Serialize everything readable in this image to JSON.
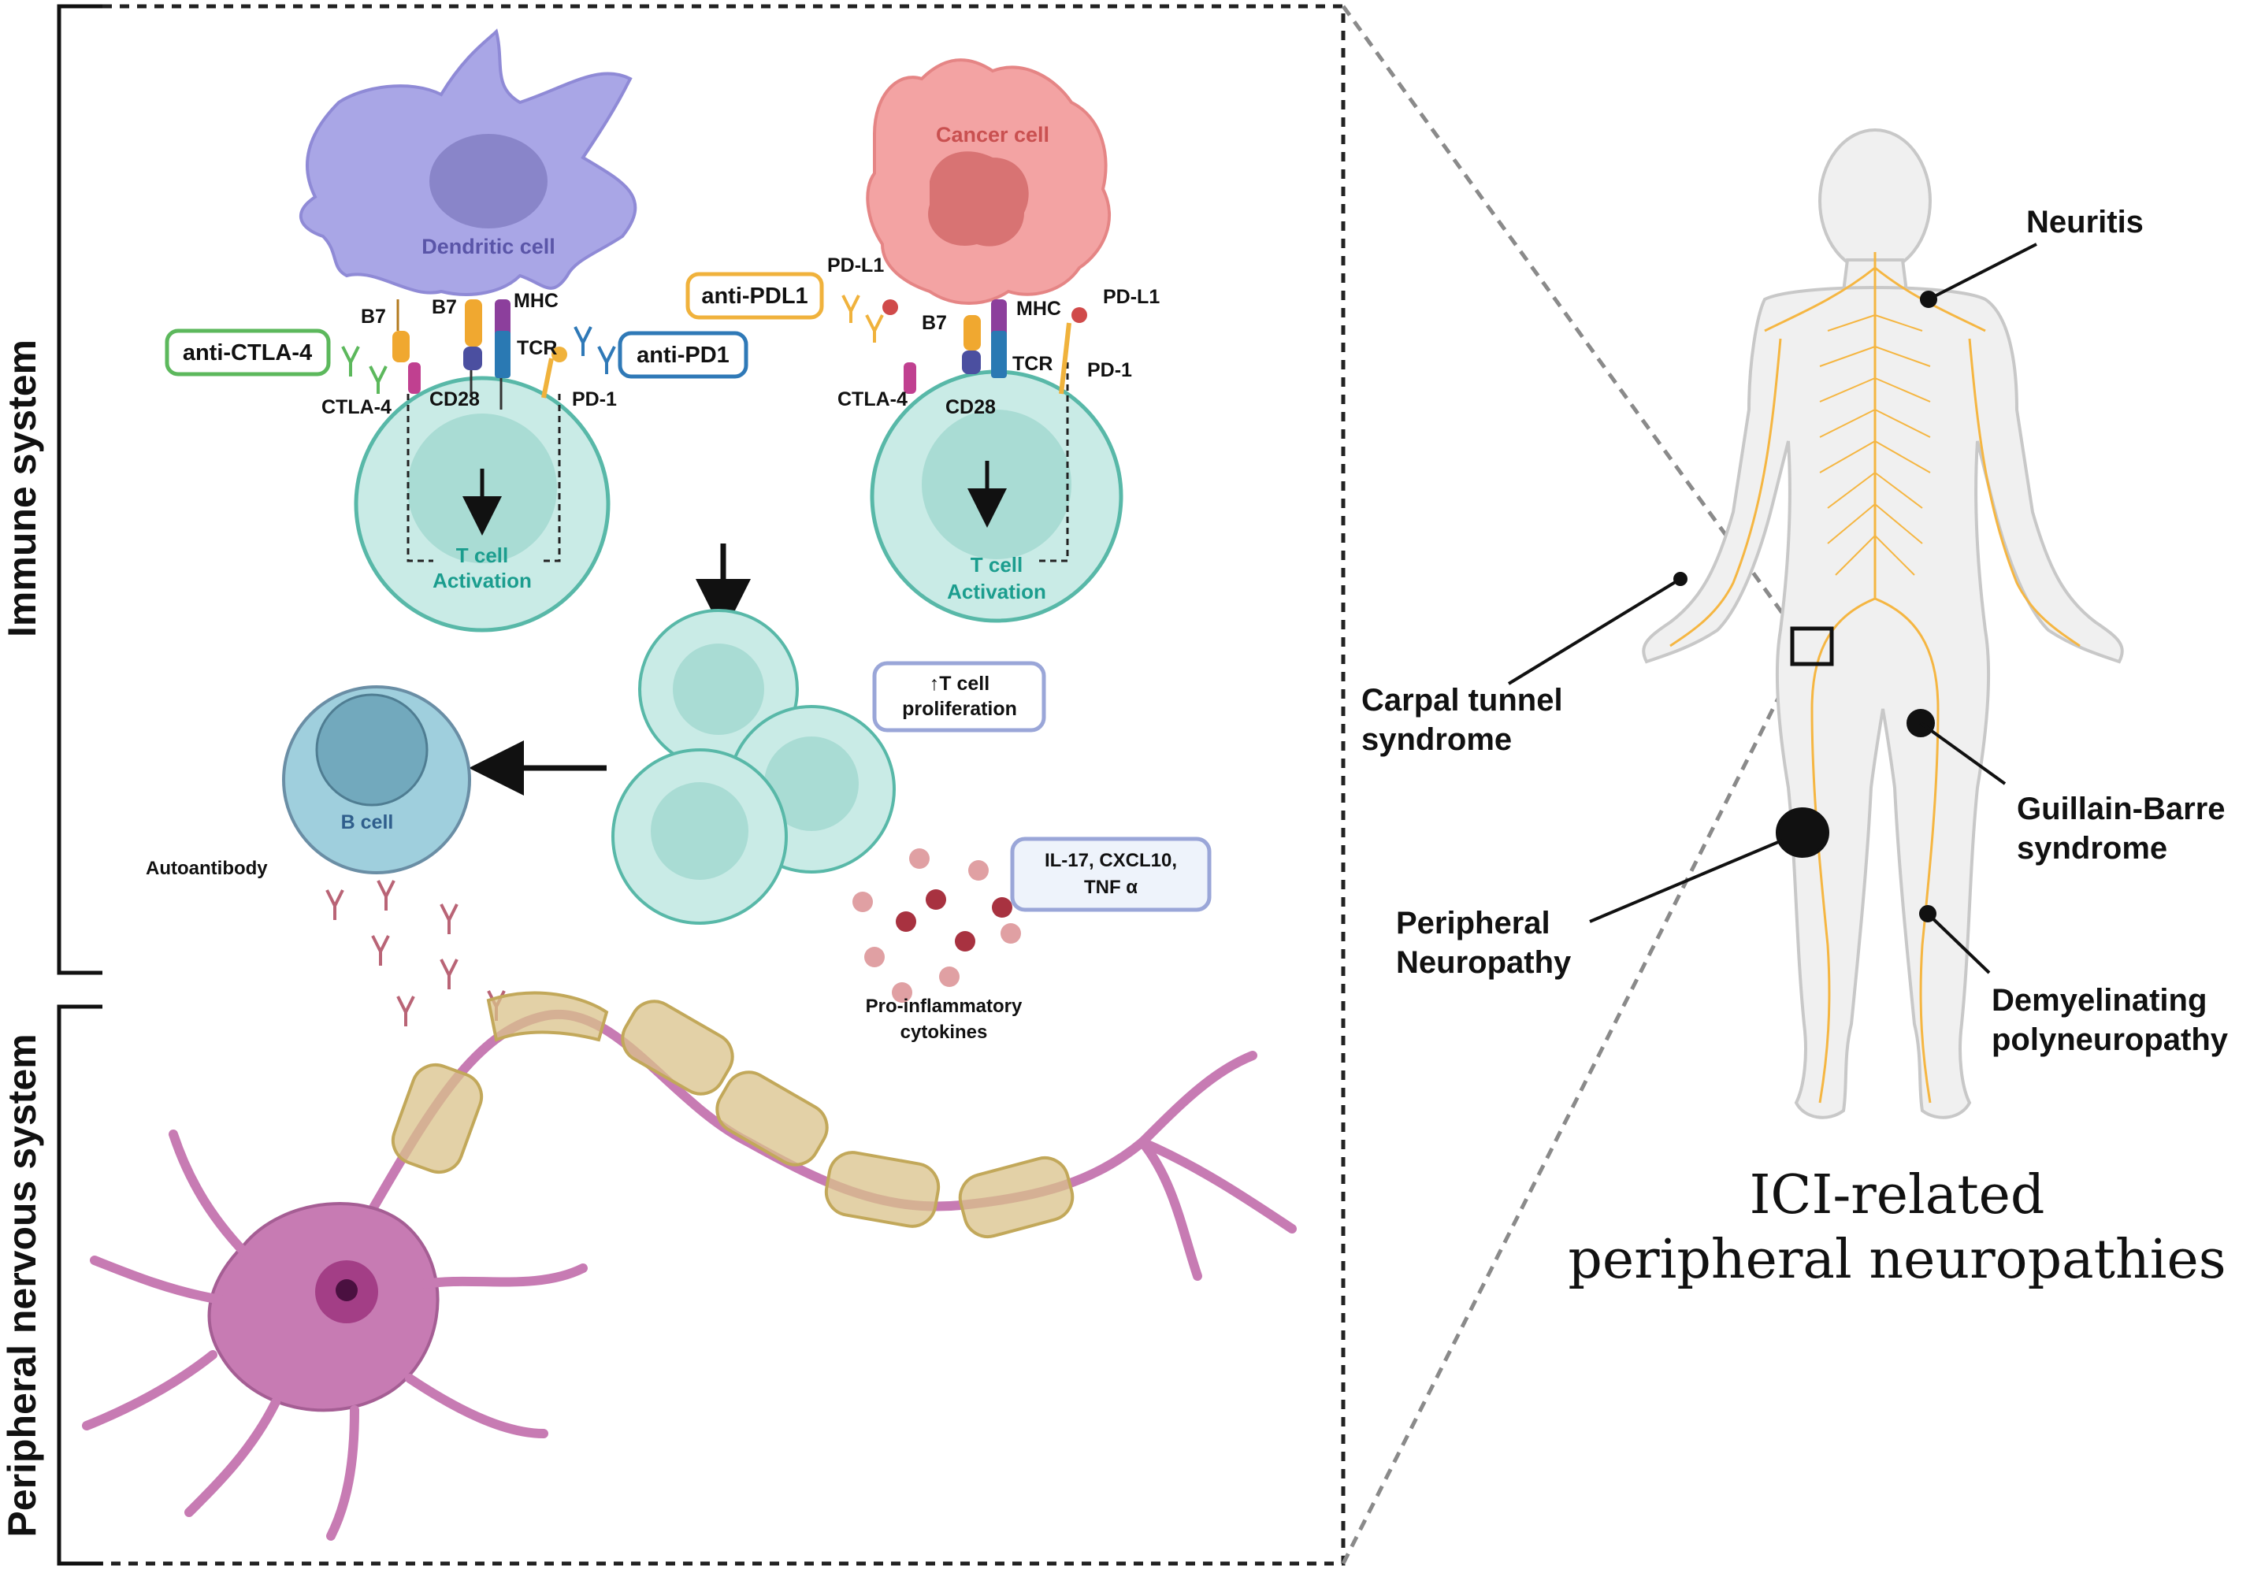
{
  "sections": {
    "immune_system": "Immune system",
    "peripheral_nervous_system": "Peripheral nervous system"
  },
  "cells": {
    "dendritic": "Dendritic cell",
    "cancer": "Cancer cell",
    "t_activation_1": "T cell",
    "t_activation_1b": "Activation",
    "t_activation_2": "T cell",
    "t_activation_2b": "Activation",
    "b_cell": "B cell"
  },
  "drugs": {
    "anti_ctla4": "anti-CTLA-4",
    "anti_pd1": "anti-PD1",
    "anti_pdl1": "anti-PDL1"
  },
  "molecules": {
    "b7": "B7",
    "mhc": "MHC",
    "tcr": "TCR",
    "cd28": "CD28",
    "ctla4": "CTLA-4",
    "pd1": "PD-1",
    "pdl1": "PD-L1"
  },
  "boxes": {
    "proliferation_1": "↑T cell",
    "proliferation_2": "proliferation",
    "cytokines_box_1": "IL-17, CXCL10,",
    "cytokines_box_2": "TNF α"
  },
  "labels": {
    "autoantibody": "Autoantibody",
    "pro_inflammatory_1": "Pro-inflammatory",
    "pro_inflammatory_2": "cytokines"
  },
  "body_sites": {
    "neuritis": "Neuritis",
    "carpal_1": "Carpal tunnel",
    "carpal_2": "syndrome",
    "gbs_1": "Guillain-Barre",
    "gbs_2": "syndrome",
    "periph_1": "Peripheral",
    "periph_2": "Neuropathy",
    "demyel_1": "Demyelinating",
    "demyel_2": "polyneuropathy"
  },
  "title": {
    "line1": "ICI-related",
    "line2": "peripheral neuropathies"
  },
  "colors": {
    "dendritic": "#a9a6e6",
    "cancer": "#f3a3a3",
    "t_cell": "#c9ebe6",
    "t_cell_stroke": "#58b8a8",
    "b_cell": "#9fcfdd",
    "neuron": "#c77bb3",
    "myelin": "#d9c28a",
    "nerves": "#f5b642",
    "ctla4_box": "#5cb85c",
    "pd1_box": "#2f79b7",
    "pdl1_box": "#f0b23c"
  }
}
